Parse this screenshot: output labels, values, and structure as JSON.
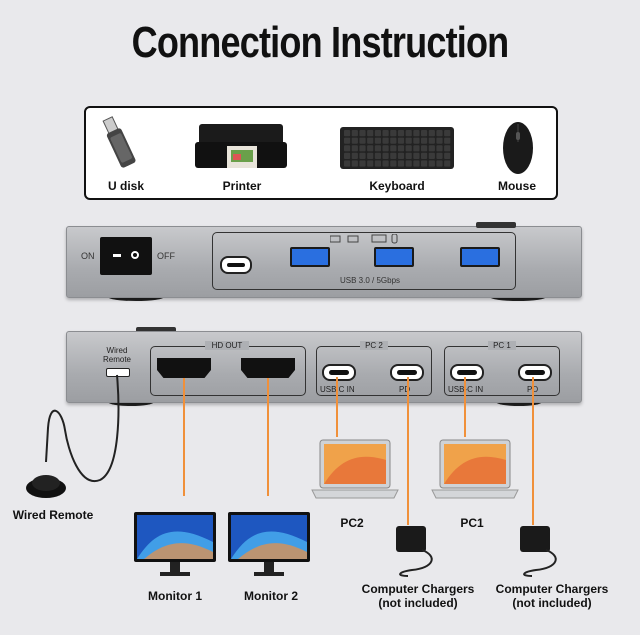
{
  "title": "Connection Instruction",
  "peripherals": [
    {
      "label": "U disk",
      "icon": "usb-disk-icon"
    },
    {
      "label": "Printer",
      "icon": "printer-icon"
    },
    {
      "label": "Keyboard",
      "icon": "keyboard-icon"
    },
    {
      "label": "Mouse",
      "icon": "mouse-icon"
    }
  ],
  "front_panel": {
    "on_label": "ON",
    "off_label": "OFF",
    "usb_label": "USB 3.0 / 5Gbps"
  },
  "back_panel": {
    "wired_remote_label_1": "Wired",
    "wired_remote_label_2": "Remote",
    "hd_out_label": "HD OUT",
    "pc2_label": "PC 2",
    "pc1_label": "PC 1",
    "usbc_in_label": "USB C IN",
    "usbc_in_label_pc1": "USB-C IN",
    "pd_label": "PD"
  },
  "connections": {
    "wired_remote": "Wired Remote",
    "monitor1": "Monitor 1",
    "monitor2": "Monitor 2",
    "pc2": "PC2",
    "pc1": "PC1",
    "charger_line1": "Computer Chargers",
    "charger_line2": "(not included)"
  },
  "colors": {
    "connector_line": "#f0903a",
    "usb_port": "#2a6fe0"
  }
}
